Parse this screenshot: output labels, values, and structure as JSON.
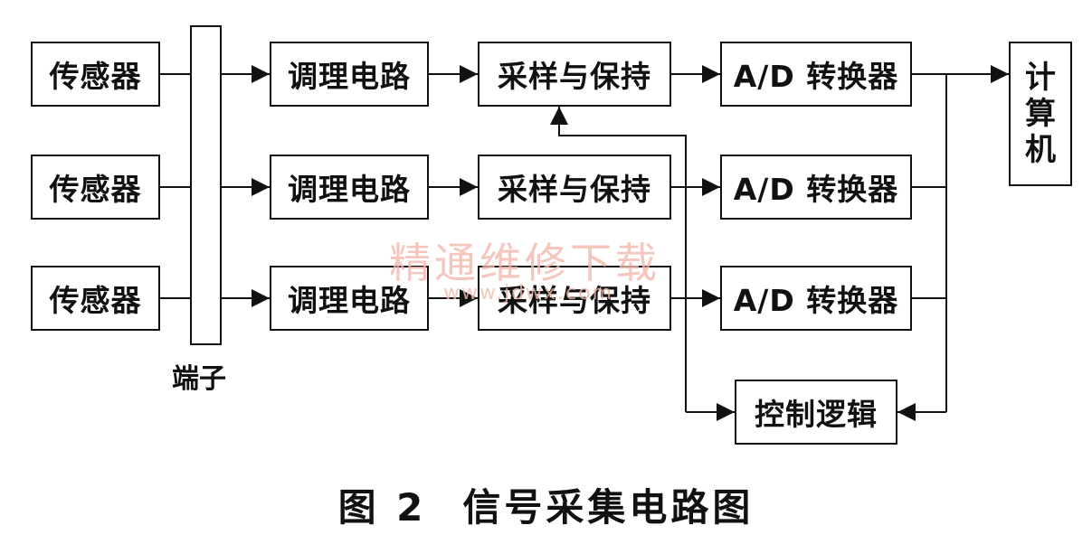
{
  "sensors": [
    "传感器",
    "传感器",
    "传感器"
  ],
  "terminal_label": "端子",
  "conditioning": [
    "调理电路",
    "调理电路",
    "调理电路"
  ],
  "sample_hold": [
    "采样与保持",
    "采样与保持",
    "采样与保持"
  ],
  "adc": [
    "A/D 转换器",
    "A/D 转换器",
    "A/D 转换器"
  ],
  "computer": [
    "计",
    "算",
    "机"
  ],
  "control_logic": "控制逻辑",
  "caption": {
    "figure_number": "图 2",
    "title": "信号采集电路图"
  },
  "watermark": {
    "text": "精通维修下载",
    "url": "www.jdwx.com"
  },
  "colors": {
    "line": "#111111",
    "watermark": "#f2b8ad"
  }
}
